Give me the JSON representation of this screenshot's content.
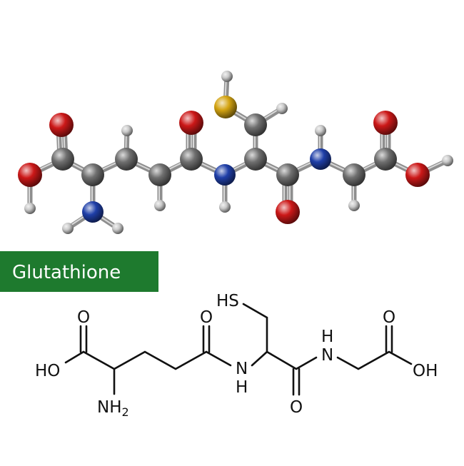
{
  "title": "Glutathione",
  "colors": {
    "banner": "#1e7a2e",
    "oxygen": "#cc1818",
    "nitrogen": "#1f3fa8",
    "sulfur": "#d4a412",
    "carbon": "#6f6f6f",
    "hydrogen": "#c9c9c9",
    "bond": "#8e8e8e",
    "line": "#111111"
  },
  "ball_model": {
    "atoms": [
      {
        "el": "O"
      },
      {
        "el": "O"
      },
      {
        "el": "H"
      },
      {
        "el": "C"
      },
      {
        "el": "C"
      },
      {
        "el": "N"
      },
      {
        "el": "H"
      },
      {
        "el": "H"
      },
      {
        "el": "C"
      },
      {
        "el": "H"
      },
      {
        "el": "C"
      },
      {
        "el": "H"
      },
      {
        "el": "C"
      },
      {
        "el": "O"
      },
      {
        "el": "N"
      },
      {
        "el": "H"
      },
      {
        "el": "C"
      },
      {
        "el": "C"
      },
      {
        "el": "H"
      },
      {
        "el": "S"
      },
      {
        "el": "H"
      },
      {
        "el": "C"
      },
      {
        "el": "O"
      },
      {
        "el": "N"
      },
      {
        "el": "H"
      },
      {
        "el": "C"
      },
      {
        "el": "H"
      },
      {
        "el": "C"
      },
      {
        "el": "O"
      },
      {
        "el": "O"
      },
      {
        "el": "H"
      }
    ],
    "bonds": [
      [
        0,
        3
      ],
      [
        1,
        3
      ],
      [
        1,
        2
      ],
      [
        3,
        4
      ],
      [
        4,
        5
      ],
      [
        5,
        6
      ],
      [
        5,
        7
      ],
      [
        4,
        8
      ],
      [
        8,
        9
      ],
      [
        8,
        10
      ],
      [
        10,
        11
      ],
      [
        10,
        12
      ],
      [
        12,
        13
      ],
      [
        12,
        14
      ],
      [
        14,
        15
      ],
      [
        14,
        16
      ],
      [
        16,
        17
      ],
      [
        17,
        18
      ],
      [
        17,
        19
      ],
      [
        19,
        20
      ],
      [
        16,
        21
      ],
      [
        21,
        22
      ],
      [
        21,
        23
      ],
      [
        23,
        24
      ],
      [
        23,
        25
      ],
      [
        25,
        26
      ],
      [
        25,
        27
      ],
      [
        27,
        28
      ],
      [
        27,
        29
      ],
      [
        29,
        30
      ]
    ],
    "double_bonds": [
      [
        0,
        3
      ],
      [
        12,
        13
      ],
      [
        21,
        22
      ],
      [
        27,
        28
      ]
    ]
  },
  "structural_labels": {
    "sh": "HS",
    "ho_left": "HO",
    "o1": "O",
    "nh2_n": "NH",
    "nh2_sub": "2",
    "o2": "O",
    "n1": "N",
    "h1": "H",
    "o3": "O",
    "h2": "H",
    "n2": "N",
    "o4": "O",
    "oh_right": "OH"
  }
}
